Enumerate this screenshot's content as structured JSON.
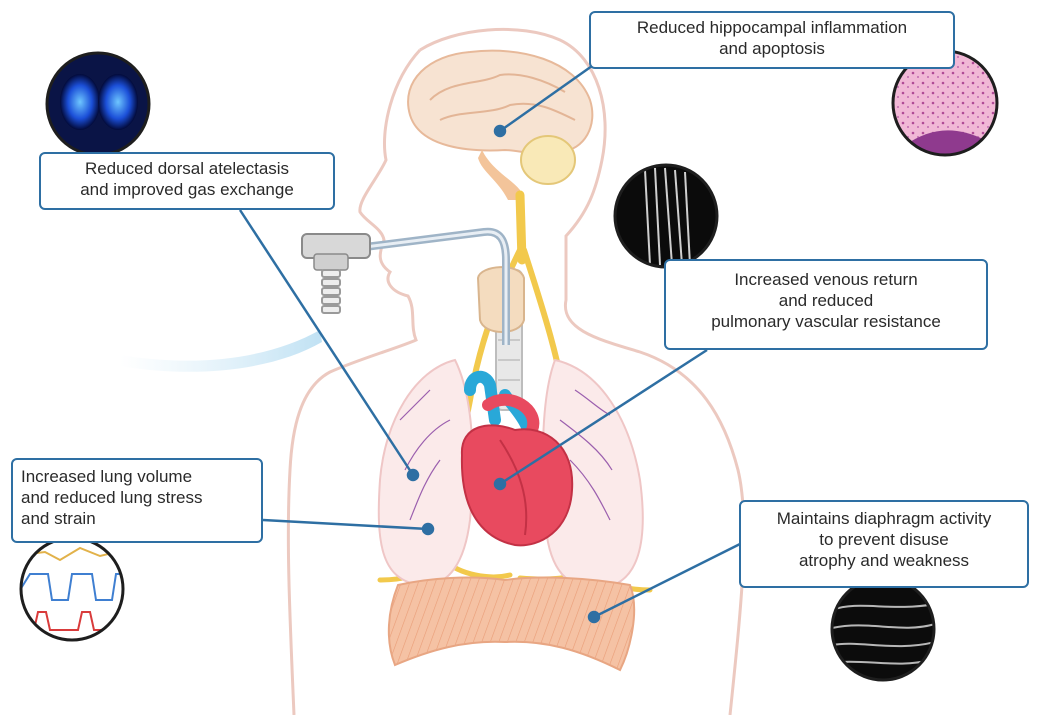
{
  "callouts": {
    "hippocampus": "Reduced hippocampal inflammation\nand apoptosis",
    "atelectasis": "Reduced dorsal atelectasis\nand improved gas exchange",
    "venous": "Increased venous return\nand reduced\npulmonary vascular resistance",
    "lung": "Increased lung volume\nand reduced lung stress\nand strain",
    "diaphragm": "Maintains diaphragm activity\nto prevent disuse\natrophy and weakness"
  },
  "colors": {
    "callout_border": "#2e6fa3",
    "leader_line": "#2e6fa3",
    "body_outline": "#ecc9c0",
    "nerve": "#f2c94c",
    "heart": "#e84a5f",
    "vessel": "#29a8d8",
    "diaphragm": "#f2b99a",
    "brain": "#f6dcc7"
  },
  "icons": [
    "ct-scan-thumbnail",
    "histology-thumbnail",
    "ultrasound-thumbnail",
    "waveform-thumbnail",
    "diaphragm-ultrasound-thumbnail",
    "ventilator-tube-icon"
  ]
}
